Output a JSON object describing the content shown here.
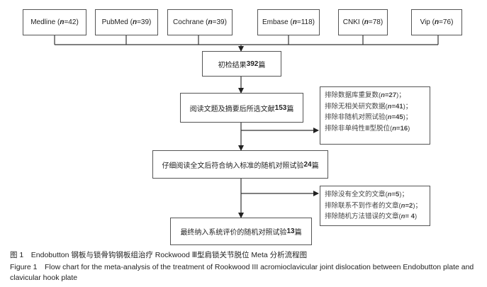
{
  "sources": [
    {
      "name": "Medline",
      "n_label": "n",
      "n_value": "=42"
    },
    {
      "name": "PubMed",
      "n_label": "n",
      "n_value": "=39"
    },
    {
      "name": "Cochrane",
      "n_label": "n",
      "n_value": "=39"
    },
    {
      "name": "Embase",
      "n_label": "n",
      "n_value": "=118"
    },
    {
      "name": "CNKI",
      "n_label": "n",
      "n_value": "=78"
    },
    {
      "name": "Vip",
      "n_label": "n",
      "n_value": "=76"
    }
  ],
  "steps": {
    "initial": {
      "text": "初检结果 ",
      "count": "392",
      "unit": " 篇"
    },
    "screen": {
      "text": "阅读文题及摘要后所选文献 ",
      "count": "153",
      "unit": " 篇"
    },
    "fulltext": {
      "text": "仔细阅读全文后符合纳入标准的随机对照试验 ",
      "count": "24",
      "unit": " 篇"
    },
    "final": {
      "text": "最终纳入系统评价的随机对照试验 ",
      "count": "13",
      "unit": " 篇"
    }
  },
  "exclusions_1": [
    {
      "text": "排除数据库重复数(",
      "n": "n",
      "val": "=27",
      "end": ")；"
    },
    {
      "text": "排除无相关研究数据(",
      "n": "n",
      "val": "=41",
      "end": ")；"
    },
    {
      "text": "排除非随机对照试验(",
      "n": "n",
      "val": "=45",
      "end": ")；"
    },
    {
      "text": "排除非单纯性Ⅲ型脱位(",
      "n": "n",
      "val": "=16",
      "end": ")"
    }
  ],
  "exclusions_2": [
    {
      "text": "排除没有全文的文章(",
      "n": "n",
      "val": "=5",
      "end": ")；"
    },
    {
      "text": "排除联系不到作者的文章(",
      "n": "n",
      "val": "=2",
      "end": ")；"
    },
    {
      "text": "排除随机方法错误的文章(",
      "n": "n",
      "val": "= 4",
      "end": ")"
    }
  ],
  "caption": {
    "cn": "图 1　Endobutton 钢板与锁骨钩钢板组治疗 Rockwood Ⅲ型肩锁关节脱位 Meta 分析流程图",
    "en_line1": "Figure 1　Flow chart for the meta-analysis of the treatment of Rookwood III acromioclavicular joint dislocation between Endobutton plate and",
    "en_line2": "clavicular hook plate"
  }
}
